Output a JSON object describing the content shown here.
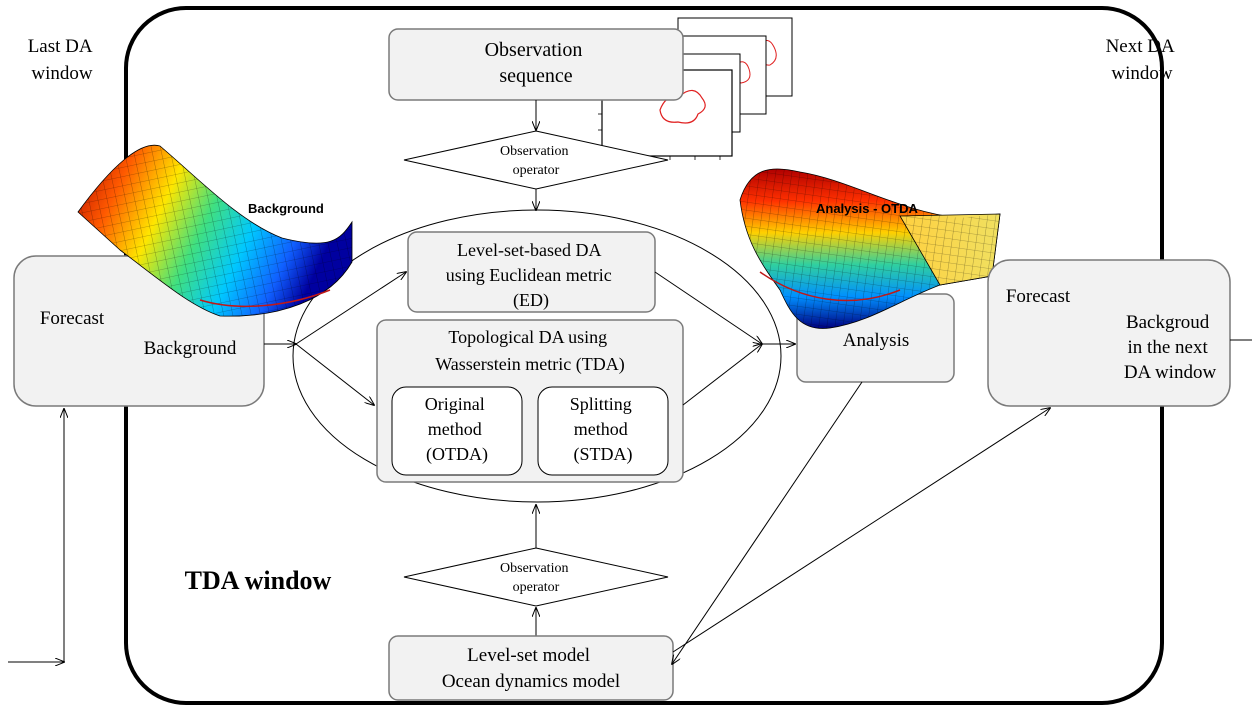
{
  "labels": {
    "last_da_window": [
      "Last DA",
      "window"
    ],
    "next_da_window": [
      "Next DA",
      "window"
    ],
    "tda_window": "TDA  window",
    "observation_sequence": [
      "Observation",
      "sequence"
    ],
    "observation_operator_top": [
      "Observation",
      "operator"
    ],
    "observation_operator_bottom": [
      "Observation",
      "operator"
    ],
    "level_set_da": [
      "Level-set-based DA",
      "using Euclidean metric",
      "(ED)"
    ],
    "topological_da": [
      "Topological DA using",
      "Wasserstein metric (TDA)"
    ],
    "original_method": [
      "Original",
      "method",
      "(OTDA)"
    ],
    "splitting_method": [
      "Splitting",
      "method",
      "(STDA)"
    ],
    "forecast_left": "Forecast",
    "background_box": "Background",
    "analysis_box": "Analysis",
    "forecast_right": "Forecast",
    "background_next": [
      "Backgroud",
      "in the next",
      "DA window"
    ],
    "model_box": [
      "Level-set model",
      "Ocean dynamics model"
    ],
    "surface_background_title": "Background",
    "surface_analysis_title": "Analysis - OTDA"
  },
  "colors": {
    "box_fill": "#f2f2f2",
    "box_stroke": "#7a7a7a",
    "frame_stroke": "#000000",
    "contour": "#e02020"
  }
}
